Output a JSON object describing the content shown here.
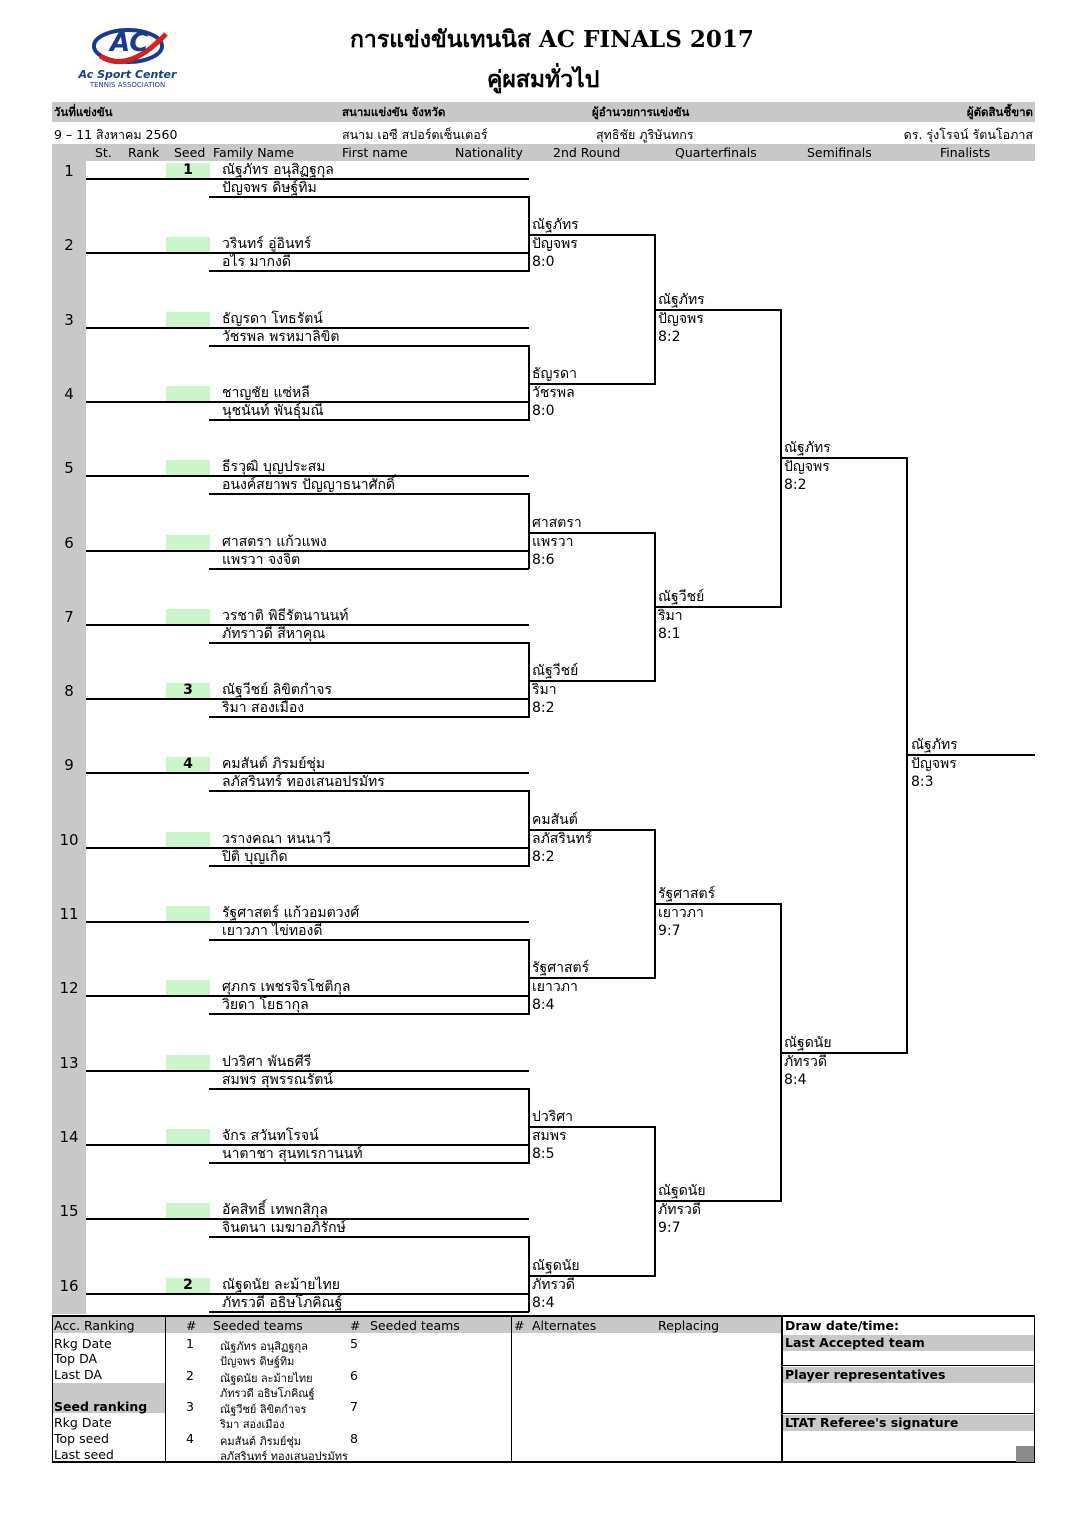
{
  "logo": {
    "mark": "AC",
    "line1": "Ac Sport Center",
    "line2": "TENNIS ASSOCIATION"
  },
  "title": "การแข่งขันเทนนิส  AC  FINALS  2017",
  "subtitle": "คู่ผสมทั่วไป",
  "info": {
    "date_label": "วันที่แข่งขัน",
    "date_value": "9 – 11  สิงหาคม 2560",
    "venue_label": "สนามแข่งขัน จังหวัด",
    "venue_value": "สนาม เอซี สปอร์ตเซ็นเตอร์",
    "director_label": "ผู้อำนวยการแข่งขัน",
    "director_value": "สุทธิชัย  ภูริษันทกร",
    "referee_label": "ผู้ตัดสินชี้ขาด",
    "referee_value": "ดร. รุ่งโรจน์  รัตนโอภาส"
  },
  "columns": {
    "st": "St.",
    "rank": "Rank",
    "seed": "Seed",
    "family": "Family Name",
    "first": "First name",
    "nat": "Nationality",
    "r2": "2nd Round",
    "qf": "Quarterfinals",
    "sf": "Semifinals",
    "f": "Finalists"
  },
  "entries": [
    {
      "num": "1",
      "seed": "1",
      "p1": "ณัฐภัทร  อนุสิฏฐกุล",
      "p2": "ปัญจพร  ดิษฐ์ทิม"
    },
    {
      "num": "2",
      "seed": "",
      "p1": "วรินทร์  อู่อินทร์",
      "p2": " อไร   มากงดี"
    },
    {
      "num": "3",
      "seed": "",
      "p1": "ธัญรดา  โทธรัตน์",
      "p2": "วัชรพล  พรหมาลิขิต"
    },
    {
      "num": "4",
      "seed": "",
      "p1": "ชาญชัย  แซ่หลี",
      "p2": "นุชนันท์   พันธุ์มณี"
    },
    {
      "num": "5",
      "seed": "",
      "p1": "ธีรวุฒิ  บุญประสม",
      "p2": "อนงค์สยาพร  ปัญญาธนาศักดิ์"
    },
    {
      "num": "6",
      "seed": "",
      "p1": "ศาสตรา  แก้วแพง",
      "p2": "แพรวา  จงจิต"
    },
    {
      "num": "7",
      "seed": "",
      "p1": "วรชาติ  พิธีรัตนานนท์",
      "p2": "ภัทราวดี  สีหาคุณ"
    },
    {
      "num": "8",
      "seed": "3",
      "p1": "ณัฐวีชย์  ลิขิตกำจร",
      "p2": "ริมา  สองเมือง"
    },
    {
      "num": "9",
      "seed": "4",
      "p1": "คมสันต์  ภิรมย์ชุ่ม",
      "p2": "ลภัสรินทร์  ทองเสนอปรมัทร"
    },
    {
      "num": "10",
      "seed": "",
      "p1": "วรางคณา  หนนาวี",
      "p2": "ปิติ  บุญเกิด"
    },
    {
      "num": "11",
      "seed": "",
      "p1": "รัฐศาสตร์  แก้วอมตวงศ์",
      "p2": "เยาวภา  ไข่ทองดี"
    },
    {
      "num": "12",
      "seed": "",
      "p1": "ศุภกร  เพชรจิรโชติกุล",
      "p2": "วิยดา  โยธากุล"
    },
    {
      "num": "13",
      "seed": "",
      "p1": "ปวริศา  พันธศีรี",
      "p2": "สมพร  สุพรรณรัตน์"
    },
    {
      "num": "14",
      "seed": "",
      "p1": "จักร  สวันทโรจน์",
      "p2": "นาตาชา  สุนทเรกานนท์"
    },
    {
      "num": "15",
      "seed": "",
      "p1": "อัคสิทธิ์  เทพกสิกุล",
      "p2": "จินตนา  เมฆาอภิรักษ์"
    },
    {
      "num": "16",
      "seed": "2",
      "p1": "ณัฐดนัย  ละม้ายไทย",
      "p2": "ภัทรวดี  อธิษโภคิณฐ์"
    }
  ],
  "r2": [
    {
      "a": "ณัฐภัทร",
      "b": "ปัญจพร",
      "s": "8:0"
    },
    {
      "a": "ธัญรดา",
      "b": "วัชรพล",
      "s": "8:0"
    },
    {
      "a": "ศาสตรา",
      "b": "แพรวา",
      "s": "8:6"
    },
    {
      "a": "ณัฐวีชย์",
      "b": "ริมา",
      "s": "8:2"
    },
    {
      "a": "คมสันต์",
      "b": "ลภัสรินทร์",
      "s": "8:2"
    },
    {
      "a": "รัฐศาสตร์",
      "b": "เยาวภา",
      "s": "8:4"
    },
    {
      "a": "ปวริศา",
      "b": "สมพร",
      "s": "8:5"
    },
    {
      "a": "ณัฐดนัย",
      "b": "ภัทรวดี",
      "s": "8:4"
    }
  ],
  "qf": [
    {
      "a": "ณัฐภัทร",
      "b": "ปัญจพร",
      "s": "8:2"
    },
    {
      "a": "ณัฐวีชย์",
      "b": "ริมา",
      "s": "8:1"
    },
    {
      "a": "รัฐศาสตร์",
      "b": "เยาวภา",
      "s": "9:7"
    },
    {
      "a": "ณัฐดนัย",
      "b": "ภัทรวดี",
      "s": "9:7"
    }
  ],
  "sf": [
    {
      "a": "ณัฐภัทร",
      "b": "ปัญจพร",
      "s": "8:2"
    },
    {
      "a": "ณัฐดนัย",
      "b": "ภัทรวดี",
      "s": "8:4"
    }
  ],
  "final": {
    "a": "ณัฐภัทร",
    "b": "ปัญจพร",
    "s": "8:3"
  },
  "footer": {
    "acc_ranking": "Acc. Ranking",
    "rkg_date": "Rkg Date",
    "top_da": "Top DA",
    "last_da": "Last DA",
    "seed_ranking": "Seed ranking",
    "rkg_date2": "Rkg Date",
    "top_seed": "Top seed",
    "last_seed": "Last seed",
    "hash1": "#",
    "seeded_teams": "Seeded teams",
    "hash2": "#",
    "seeded_teams2": "Seeded teams",
    "seeds": [
      {
        "n": "1",
        "a": "ณัฐภัทร  อนุสิฏฐกุล",
        "b": "ปัญจพร  ดิษฐ์ทิม",
        "n2": "5"
      },
      {
        "n": "2",
        "a": "ณัฐดนัย  ละม้ายไทย",
        "b": "ภัทรวดี  อธิษโภคิณฐ์",
        "n2": "6"
      },
      {
        "n": "3",
        "a": "ณัฐวีชย์  ลิขิตกำจร",
        "b": "ริมา  สองเมือง",
        "n2": "7"
      },
      {
        "n": "4",
        "a": "คมสันต์  ภิรมย์ชุ่ม",
        "b": "ลภัสรินทร์  ทองเสนอปรมัทร",
        "n2": "8"
      }
    ],
    "hash3": "#",
    "alternates": "Alternates",
    "replacing": "Replacing",
    "draw_date": "Draw date/time:",
    "last_accepted": "Last Accepted team",
    "player_reps": "Player representatives",
    "referee_sig": "LTAT Referee's signature"
  }
}
